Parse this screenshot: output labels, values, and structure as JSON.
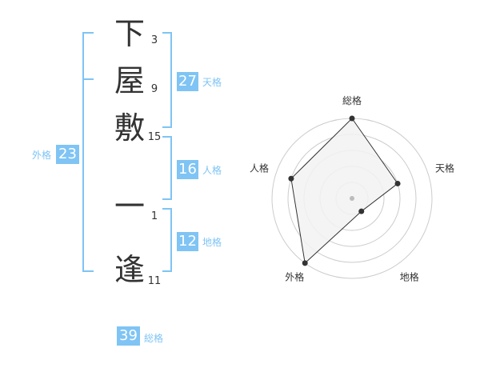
{
  "name": {
    "chars": [
      {
        "char": "下",
        "strokes": "3"
      },
      {
        "char": "屋",
        "strokes": "9"
      },
      {
        "char": "敷",
        "strokes": "15"
      },
      {
        "char": "一",
        "strokes": "1"
      },
      {
        "char": "逢",
        "strokes": "11"
      }
    ]
  },
  "fortune": {
    "tenkaku": {
      "value": "27",
      "label": "天格"
    },
    "jinkaku": {
      "value": "16",
      "label": "人格"
    },
    "chikaku": {
      "value": "12",
      "label": "地格"
    },
    "gaikaku": {
      "value": "23",
      "label": "外格"
    },
    "soukaku": {
      "value": "39",
      "label": "総格"
    }
  },
  "colors": {
    "accent": "#7fc4f4",
    "text": "#333333",
    "radar_fill": "#f2f2f2",
    "ring": "#cccccc",
    "center_dot": "#bbbbbb"
  },
  "chart_data": {
    "type": "radar",
    "axes": [
      "総格",
      "天格",
      "地格",
      "外格",
      "人格"
    ],
    "values": [
      5,
      3,
      1,
      5,
      4
    ],
    "rmax": 5,
    "rings": 5
  }
}
